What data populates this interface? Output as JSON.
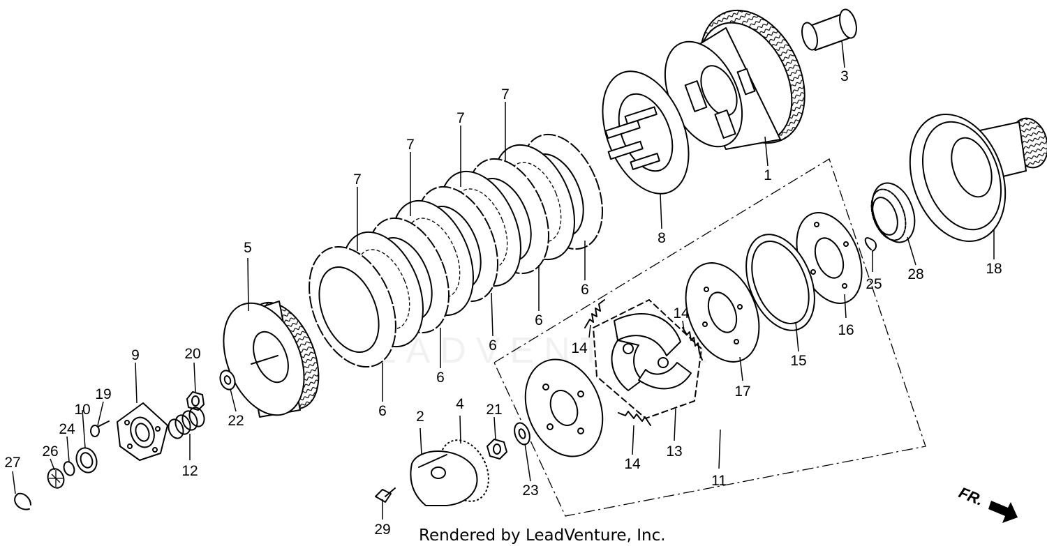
{
  "credit": "Rendered by LeadVenture, Inc.",
  "watermark": "LEADVENTURE",
  "direction_label": "FR.",
  "callouts": [
    {
      "id": "c1",
      "text": "1"
    },
    {
      "id": "c2",
      "text": "2"
    },
    {
      "id": "c3",
      "text": "3"
    },
    {
      "id": "c4",
      "text": "4"
    },
    {
      "id": "c5",
      "text": "5"
    },
    {
      "id": "c6a",
      "text": "6"
    },
    {
      "id": "c6b",
      "text": "6"
    },
    {
      "id": "c6c",
      "text": "6"
    },
    {
      "id": "c6d",
      "text": "6"
    },
    {
      "id": "c6e",
      "text": "6"
    },
    {
      "id": "c7a",
      "text": "7"
    },
    {
      "id": "c7b",
      "text": "7"
    },
    {
      "id": "c7c",
      "text": "7"
    },
    {
      "id": "c7d",
      "text": "7"
    },
    {
      "id": "c8",
      "text": "8"
    },
    {
      "id": "c9",
      "text": "9"
    },
    {
      "id": "c10",
      "text": "10"
    },
    {
      "id": "c11",
      "text": "11"
    },
    {
      "id": "c12",
      "text": "12"
    },
    {
      "id": "c13",
      "text": "13"
    },
    {
      "id": "c14a",
      "text": "14"
    },
    {
      "id": "c14b",
      "text": "14"
    },
    {
      "id": "c14c",
      "text": "14"
    },
    {
      "id": "c15",
      "text": "15"
    },
    {
      "id": "c16",
      "text": "16"
    },
    {
      "id": "c17",
      "text": "17"
    },
    {
      "id": "c18",
      "text": "18"
    },
    {
      "id": "c19",
      "text": "19"
    },
    {
      "id": "c20",
      "text": "20"
    },
    {
      "id": "c21",
      "text": "21"
    },
    {
      "id": "c22",
      "text": "22"
    },
    {
      "id": "c23",
      "text": "23"
    },
    {
      "id": "c24",
      "text": "24"
    },
    {
      "id": "c25",
      "text": "25"
    },
    {
      "id": "c26",
      "text": "26"
    },
    {
      "id": "c27",
      "text": "27"
    },
    {
      "id": "c28",
      "text": "28"
    },
    {
      "id": "c29",
      "text": "29"
    }
  ]
}
